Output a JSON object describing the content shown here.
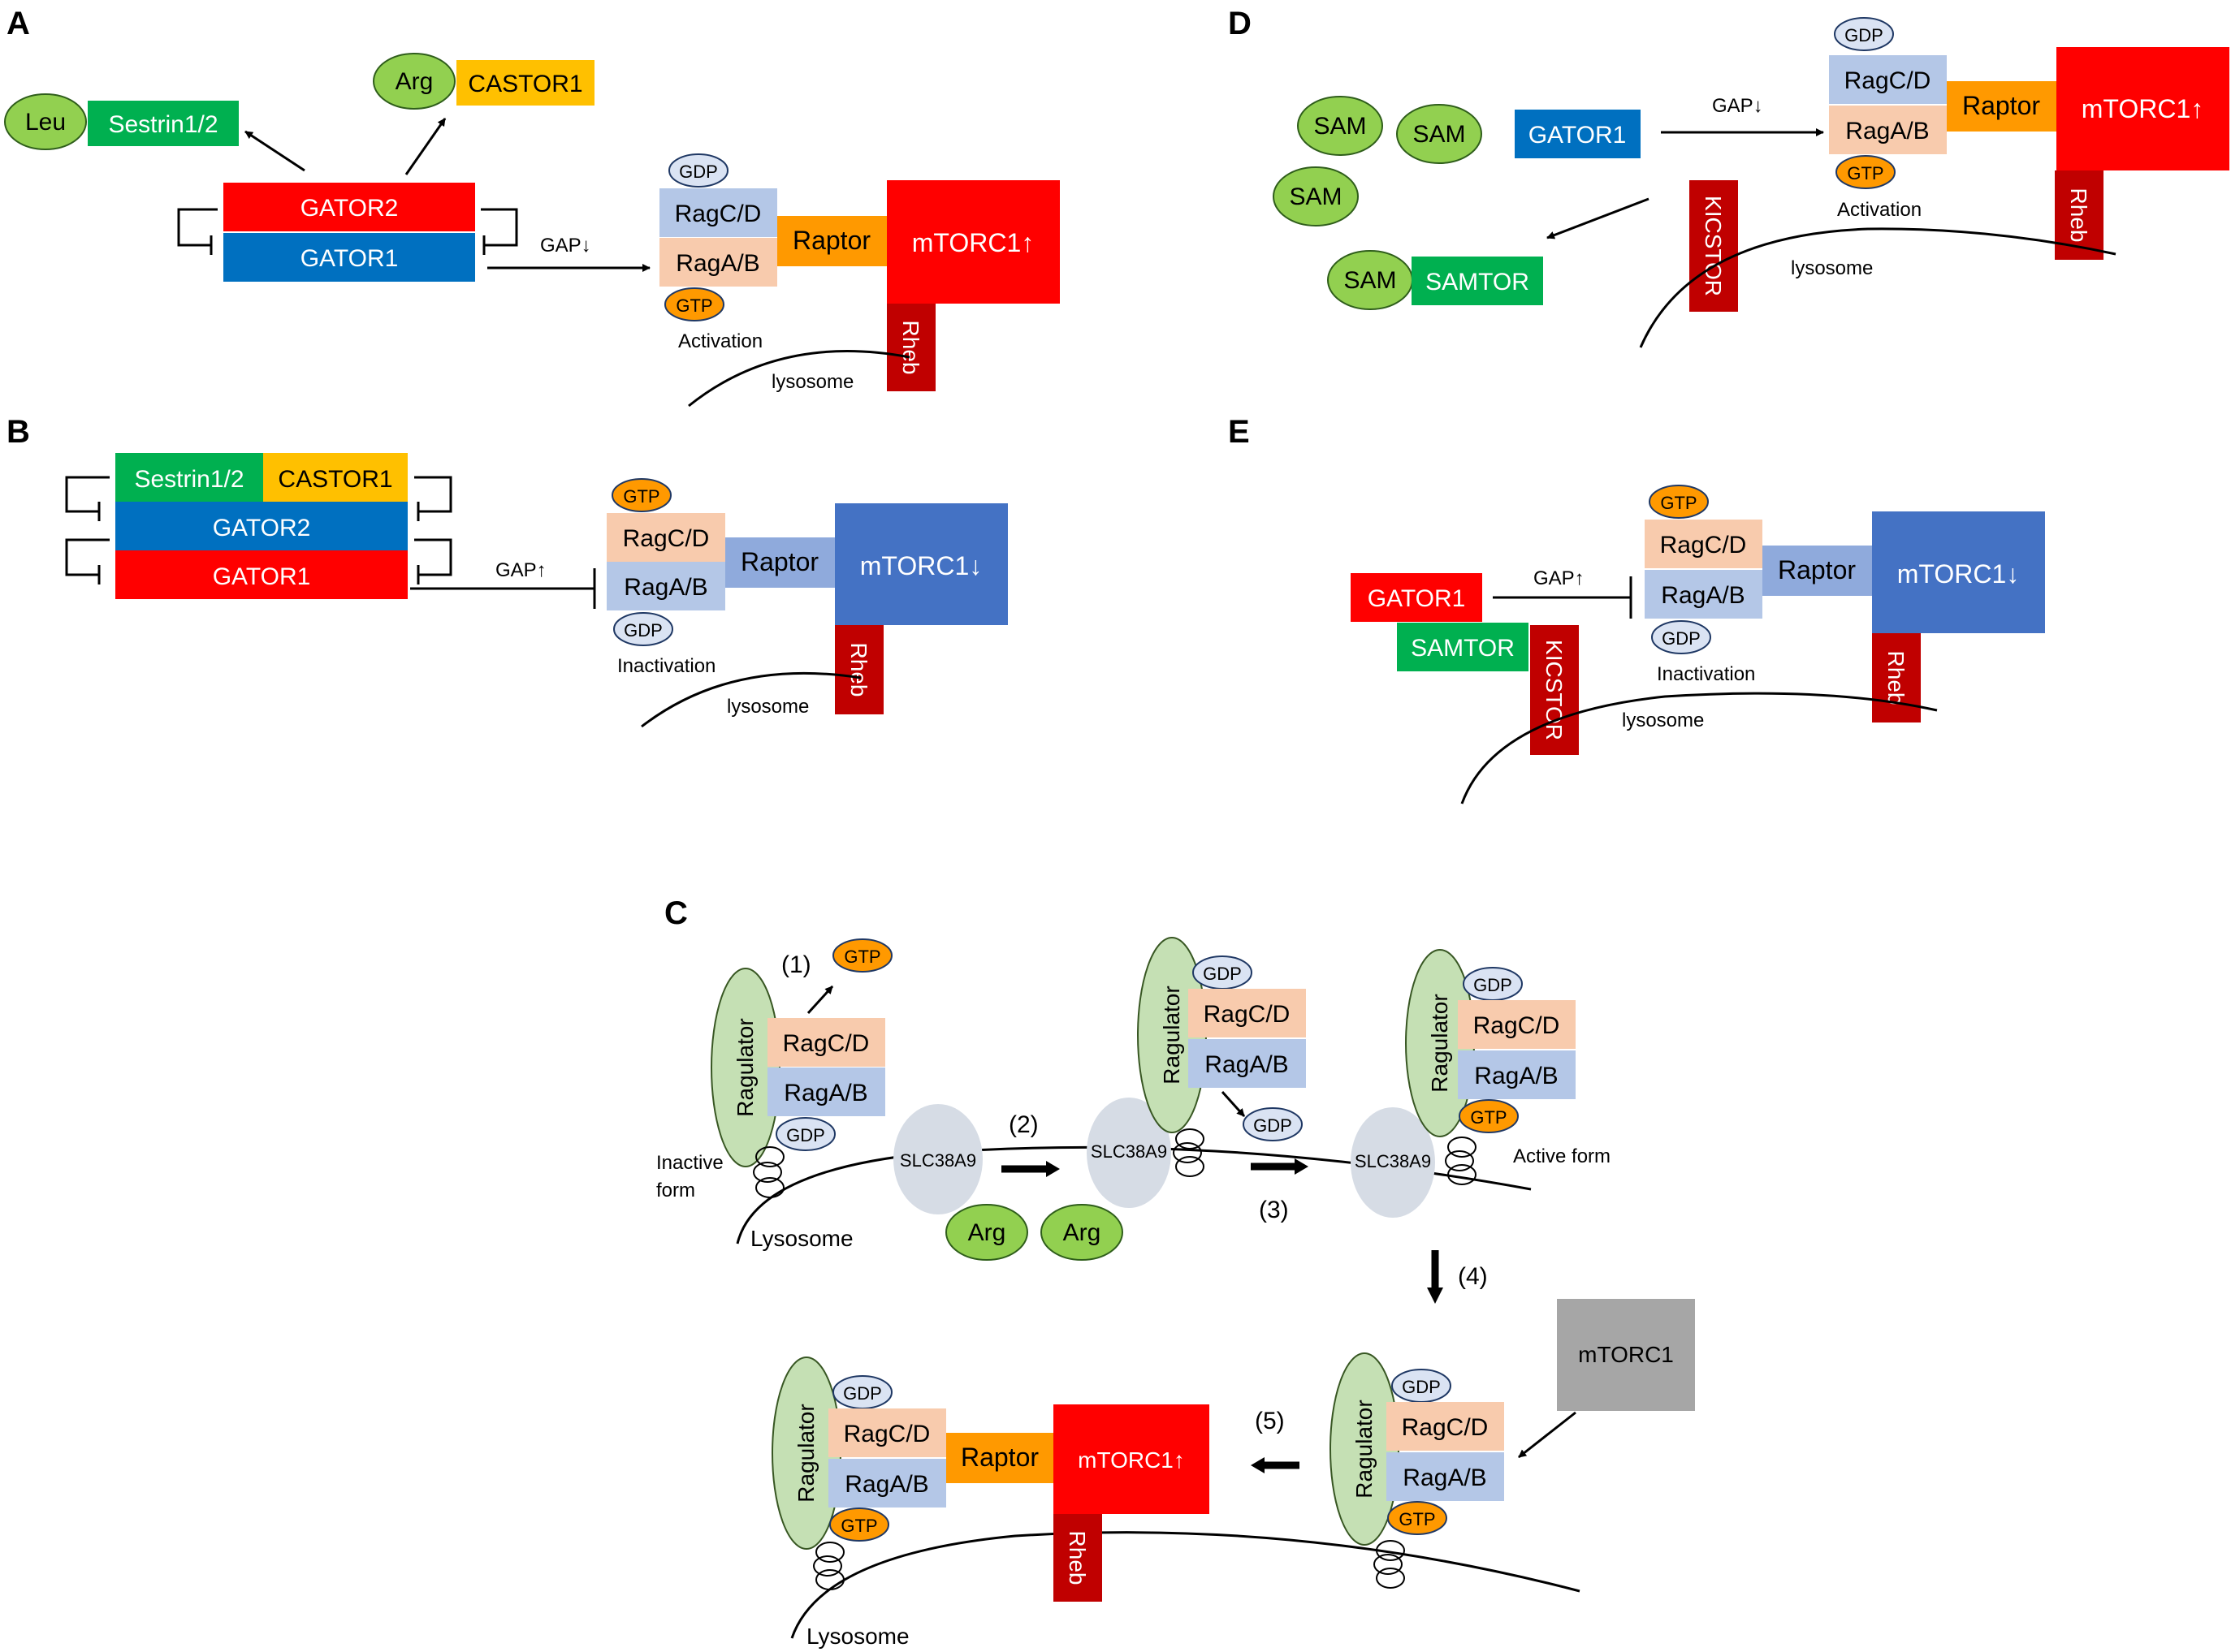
{
  "panel_letters": {
    "a": "A",
    "b": "B",
    "c": "C",
    "d": "D",
    "e": "E"
  },
  "colors": {
    "red": "#ff0000",
    "blue": "#0070c0",
    "green_box": "#00b050",
    "yellow": "#ffc000",
    "lime_oval": "#92d050",
    "peach": "#f8cbad",
    "light_blue": "#b4c7e7",
    "raptor_orange": "#ff9900",
    "raptor_blue": "#8faadc",
    "mtorc1_blue": "#4472c4",
    "rheb_darkred": "#c00000",
    "gtp_orange": "#ff9900",
    "gdp_light": "#dae3f3",
    "ragulator_green": "#c5e0b4",
    "slc_gray": "#d6dce5",
    "mtorc1_gray": "#a6a6a6"
  },
  "labels": {
    "leu": "Leu",
    "arg": "Arg",
    "sestrin": "Sestrin1/2",
    "castor1": "CASTOR1",
    "gator1": "GATOR1",
    "gator2": "GATOR2",
    "gap_down": "GAP↓",
    "gap_up": "GAP↑",
    "ragcd": "RagC/D",
    "ragab": "RagA/B",
    "raptor": "Raptor",
    "mtorc1_up": "mTORC1↑",
    "mtorc1_down": "mTORC1↓",
    "mtorc1": "mTORC1",
    "rheb": "Rheb",
    "gtp": "GTP",
    "gdp": "GDP",
    "activation": "Activation",
    "inactivation": "Inactivation",
    "lysosome_lower": "lysosome",
    "lysosome_cap": "Lysosome",
    "sam": "SAM",
    "samtor": "SAMTOR",
    "kicstor": "KICSTOR",
    "ragulator": "Ragulator",
    "slc38a9": "SLC38A9",
    "inactive": "Inactive",
    "form": "form",
    "active_form": "Active form",
    "step1": "(1)",
    "step2": "(2)",
    "step3": "(3)",
    "step4": "(4)",
    "step5": "(5)"
  }
}
